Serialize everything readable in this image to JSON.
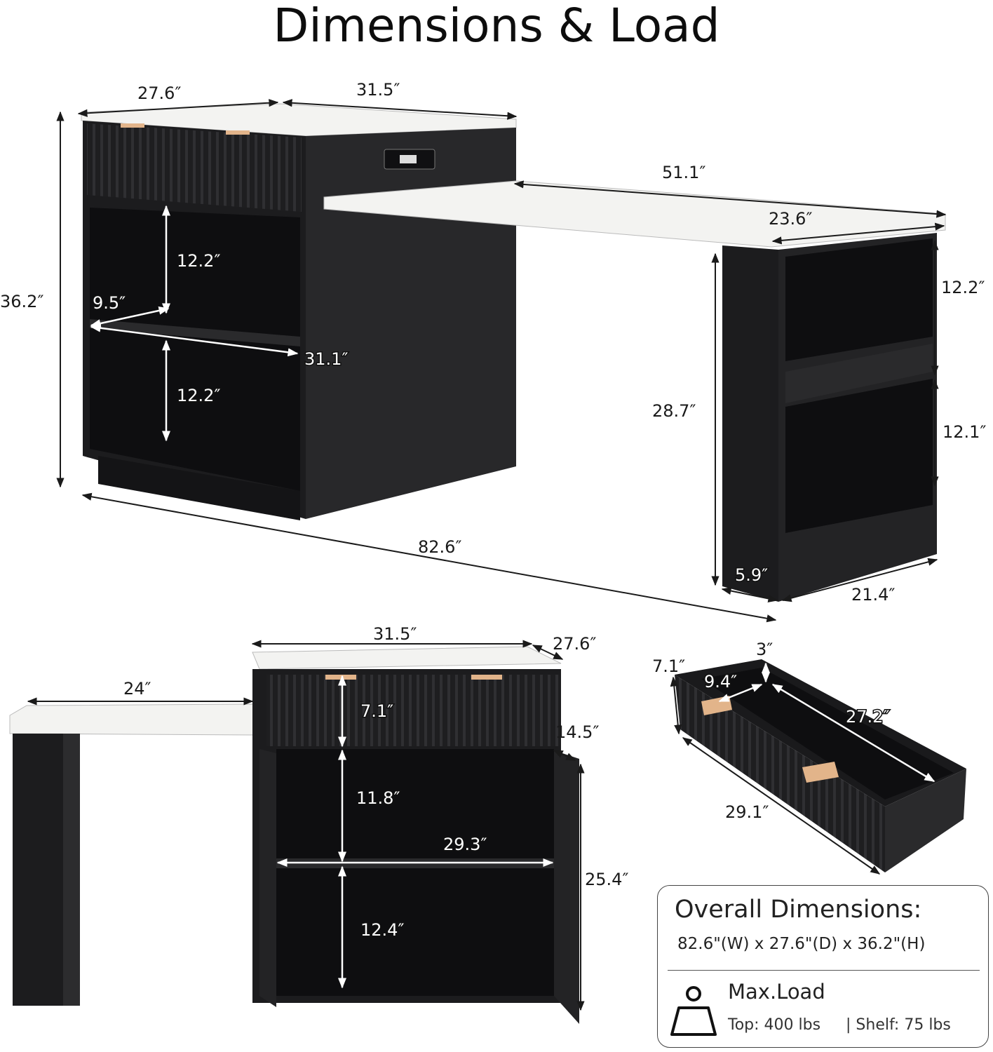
{
  "title": "Dimensions & Load",
  "top_view": {
    "cabinet_width": "27.6″",
    "cabinet_depth": "31.5″",
    "height": "36.2″",
    "table_length": "51.1″",
    "table_depth": "23.6″",
    "shelf_upper": "12.2″",
    "shelf_lower": "12.2″",
    "shelf_depth": "9.5″",
    "shelf_width": "31.1″",
    "leg_height": "28.7″",
    "side_shelf_upper": "12.2″",
    "side_shelf_lower": "12.1″",
    "leg_width": "5.9″",
    "leg_depth": "21.4″",
    "overall_length": "82.6″"
  },
  "bottom_view": {
    "width": "31.5″",
    "depth": "27.6″",
    "table_width": "24″",
    "drawer_height": "7.1″",
    "door_depth": "14.5″",
    "compartment_upper": "11.8″",
    "compartment_width": "29.3″",
    "door_height": "25.4″",
    "compartment_lower": "12.4″"
  },
  "drawer_view": {
    "height": "7.1″",
    "inner_height": "3″",
    "inner_depth": "9.4″",
    "inner_length": "27.2″",
    "length": "29.1″"
  },
  "summary": {
    "heading": "Overall Dimensions:",
    "dims": "82.6\"(W) x 27.6\"(D) x 36.2\"(H)",
    "load_heading": "Max.Load",
    "top_load": "Top: 400 lbs",
    "shelf_load": "| Shelf: 75 lbs"
  },
  "colors": {
    "cabinet": "#1c1c1e",
    "cabinet_side": "#2a2a2c",
    "marble": "#f3f3f1",
    "handle": "#e2b48a"
  }
}
